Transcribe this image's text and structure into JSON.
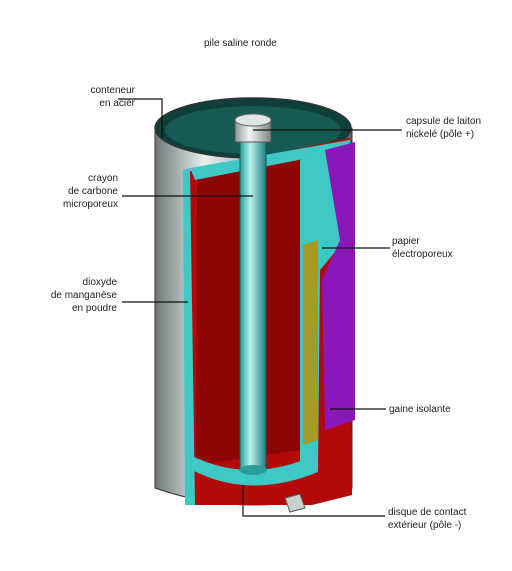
{
  "title": "pile saline ronde",
  "labels": {
    "conteneur": [
      "conteneur",
      "en acier"
    ],
    "crayon": [
      "crayon",
      "de carbone",
      "microporeux"
    ],
    "dioxyde": [
      "dioxyde",
      "de manganèse",
      "en poudre"
    ],
    "capsule": [
      "capsule de laiton",
      "nickelé (pôle +)"
    ],
    "papier": [
      "papier",
      "électroporeux"
    ],
    "gaine": [
      "gaine isolante"
    ],
    "disque": [
      "disque de contact",
      "extérieur (pôle -)"
    ]
  },
  "colors": {
    "steel": "#9aa6a6",
    "dark_teal": "#0f3f3a",
    "red": "#b50808",
    "cyan": "#3fc9c6",
    "purple": "#8a18b8",
    "olive": "#a39a28"
  }
}
